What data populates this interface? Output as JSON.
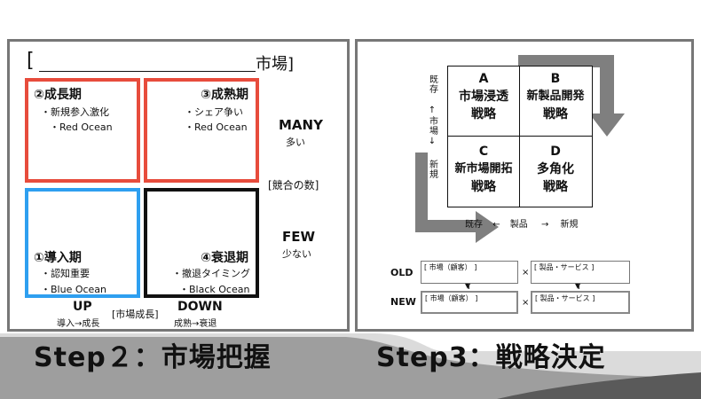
{
  "left": {
    "title_bracket_open": "[",
    "title_suffix": "市場]",
    "quadrants": {
      "growth": {
        "title": "②成長期",
        "items": [
          "・新規参入激化",
          "・Red Ocean"
        ],
        "color": "#e74c3c"
      },
      "mature": {
        "title": "③成熟期",
        "items": [
          "・シェア争い",
          "・Red Ocean"
        ],
        "color": "#e74c3c"
      },
      "intro": {
        "title": "①導入期",
        "items": [
          "・認知重要",
          "・Blue Ocean"
        ],
        "color": "#2e9ff0"
      },
      "decline": {
        "title": "④衰退期",
        "items": [
          "・撤退タイミング",
          "・Black Ocean"
        ],
        "color": "#111111"
      }
    },
    "many_label": "MANY",
    "many_sub": "多い",
    "competition_label": "[競合の数]",
    "few_label": "FEW",
    "few_sub": "少ない",
    "up_label": "UP",
    "up_sub": "導入→成長",
    "growth_axis_label": "[市場成長]",
    "down_label": "DOWN",
    "down_sub": "成熟→衰退"
  },
  "right": {
    "matrix": {
      "a": {
        "letter": "A",
        "line1": "市場浸透",
        "line2": "戦略"
      },
      "b": {
        "letter": "B",
        "line1": "新製品開発",
        "line2": "戦略"
      },
      "c": {
        "letter": "C",
        "line1": "新市場開拓",
        "line2": "戦略"
      },
      "d": {
        "letter": "D",
        "line1": "多角化",
        "line2": "戦略"
      }
    },
    "y_axis": {
      "top": "既存",
      "arrow_up": "↑",
      "middle": "市場",
      "arrow_down": "↓",
      "bottom": "新規"
    },
    "x_axis": {
      "left": "既存",
      "arrow_left": "←",
      "middle": "製品",
      "arrow_right": "→",
      "right": "新規"
    },
    "old_label": "OLD",
    "new_label": "NEW",
    "market_box": "[ 市場（顧客） ]",
    "product_box": "[ 製品・サービス ]",
    "times": "×",
    "down_arrow": "▼"
  },
  "banner": {
    "step2": "Step２：市場把握",
    "step3": "Step3：戦略決定"
  }
}
